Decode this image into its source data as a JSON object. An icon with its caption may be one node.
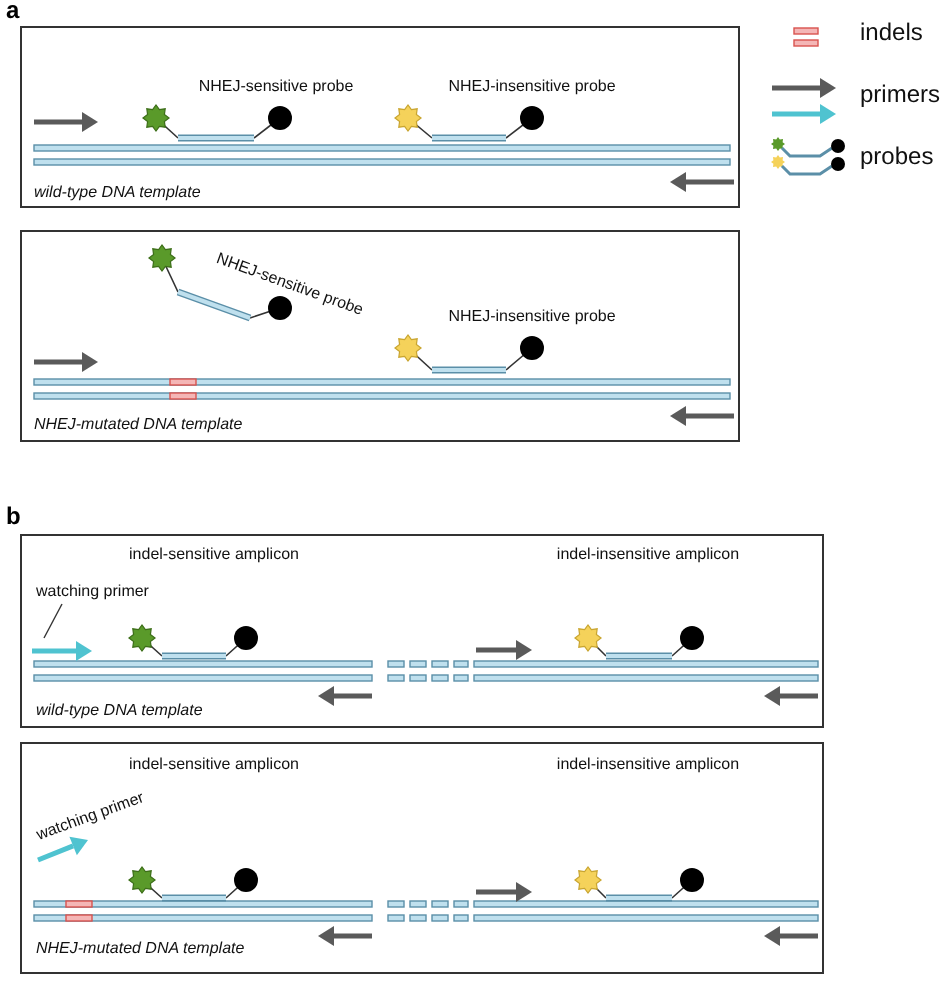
{
  "diagram": {
    "nodes": [
      {
        "text": [
          "NHEJ-sensitive probe",
          "NHEJ-insensitive probe",
          "wild-type DNA template"
        ]
      },
      {
        "text": [
          "NHEJ-sensitive probe",
          "NHEJ-insensitive probe",
          "NHEJ-mutated DNA template"
        ]
      },
      {
        "text": [
          "indel-sensitive amplicon",
          "indel-insensitive amplicon",
          "wild-type DNA template"
        ]
      },
      {
        "text": [
          "watching primer"
        ],
        "in": 2
      },
      {
        "text": [],
        "shape": "arrow",
        "in": 2
      },
      {
        "text": [
          "indel-sensitive amplicon",
          "indel-insensitive amplicon",
          "watching primer",
          "NHEJ-mutated DNA template"
        ]
      }
    ],
    "edges": [
      {
        "from": 3,
        "to": 4,
        "arrow": "none"
      }
    ],
    "labels": [
      "a",
      "b"
    ],
    "legend": [
      {
        "text": "indels"
      },
      {
        "text": "primers"
      },
      {
        "text": "probes"
      }
    ]
  }
}
